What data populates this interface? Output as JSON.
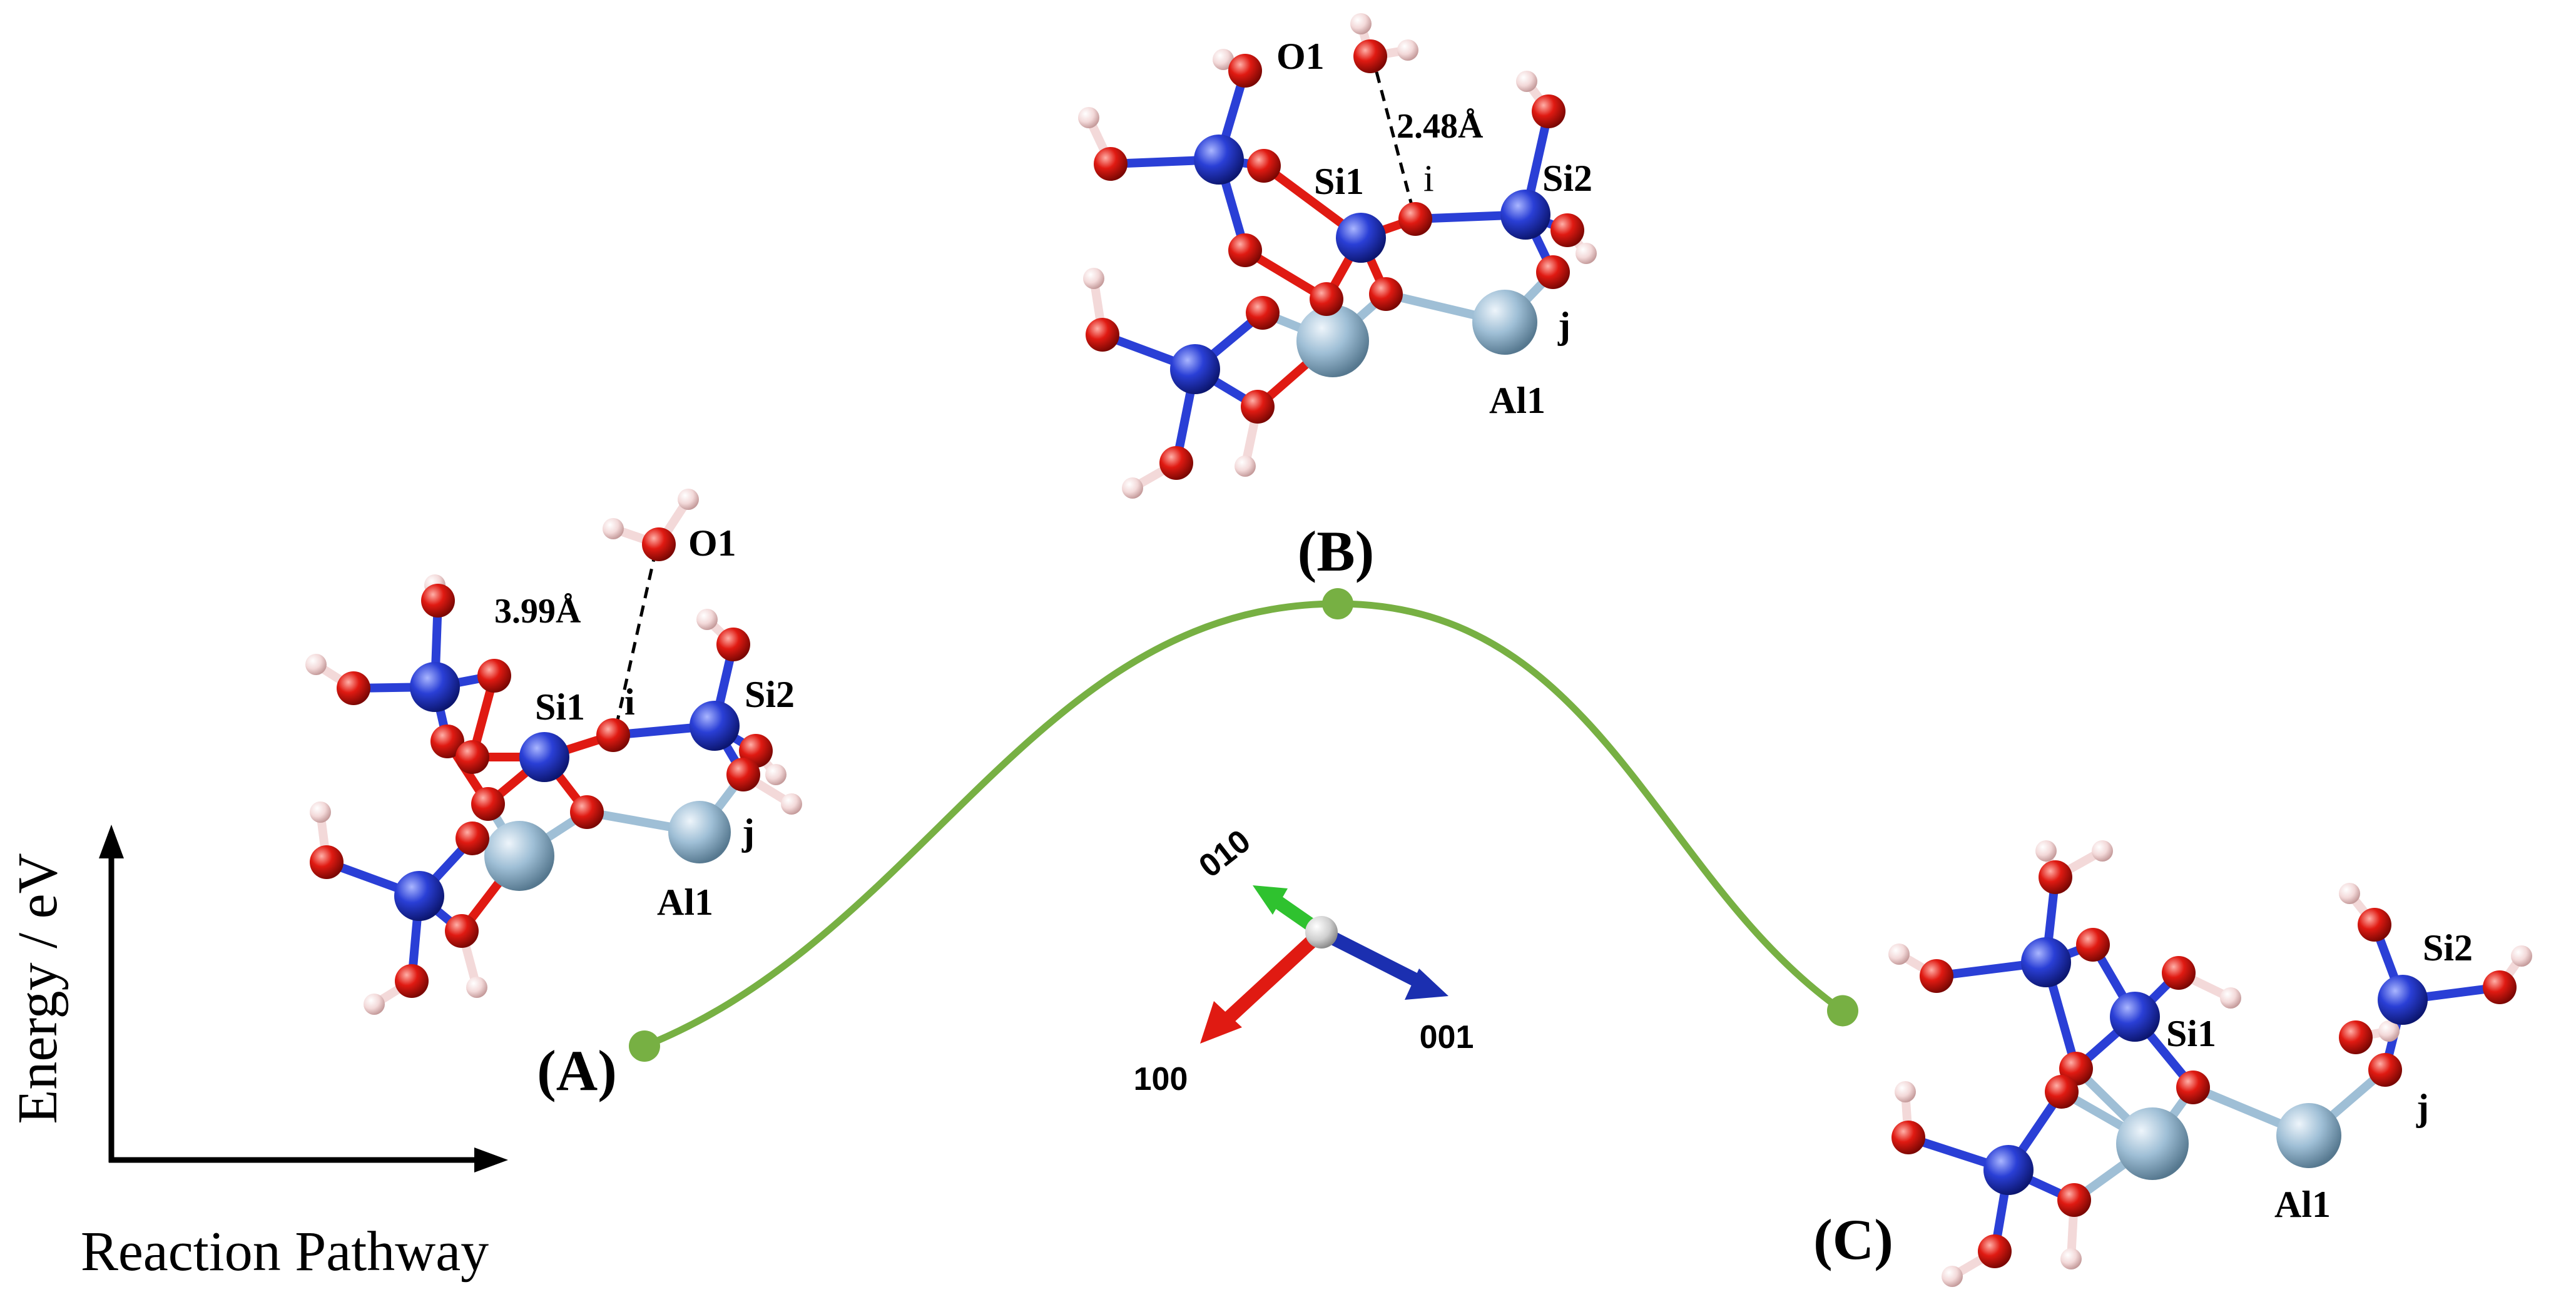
{
  "axes": {
    "y_label": "Energy / eV",
    "x_label": "Reaction Pathway"
  },
  "pathway": {
    "states": [
      {
        "id": "A",
        "label": "(A)"
      },
      {
        "id": "B",
        "label": "(B)"
      },
      {
        "id": "C",
        "label": "(C)"
      }
    ],
    "relative_energy": [
      0.0,
      1.0,
      0.08
    ],
    "color": "#77b043"
  },
  "structure_A": {
    "O1": "O1",
    "Si1": "Si1",
    "Si2": "Si2",
    "Al1": "Al1",
    "i": "i",
    "j": "j",
    "distance": "3.99Å"
  },
  "structure_B": {
    "O1": "O1",
    "Si1": "Si1",
    "Si2": "Si2",
    "Al1": "Al1",
    "i": "i",
    "j": "j",
    "distance": "2.48Å"
  },
  "structure_C": {
    "Si1": "Si1",
    "Si2": "Si2",
    "Al1": "Al1",
    "j": "j"
  },
  "crystal_axes": {
    "a": "100",
    "b": "010",
    "c": "001"
  },
  "colors": {
    "silicon": "#2a3fd6",
    "oxygen": "#e01a12",
    "hydrogen": "#f3d9d9",
    "aluminium": "#9fbfd6",
    "axis_100": "#e01a12",
    "axis_010": "#2fc22f",
    "axis_001": "#1b2fb0"
  }
}
